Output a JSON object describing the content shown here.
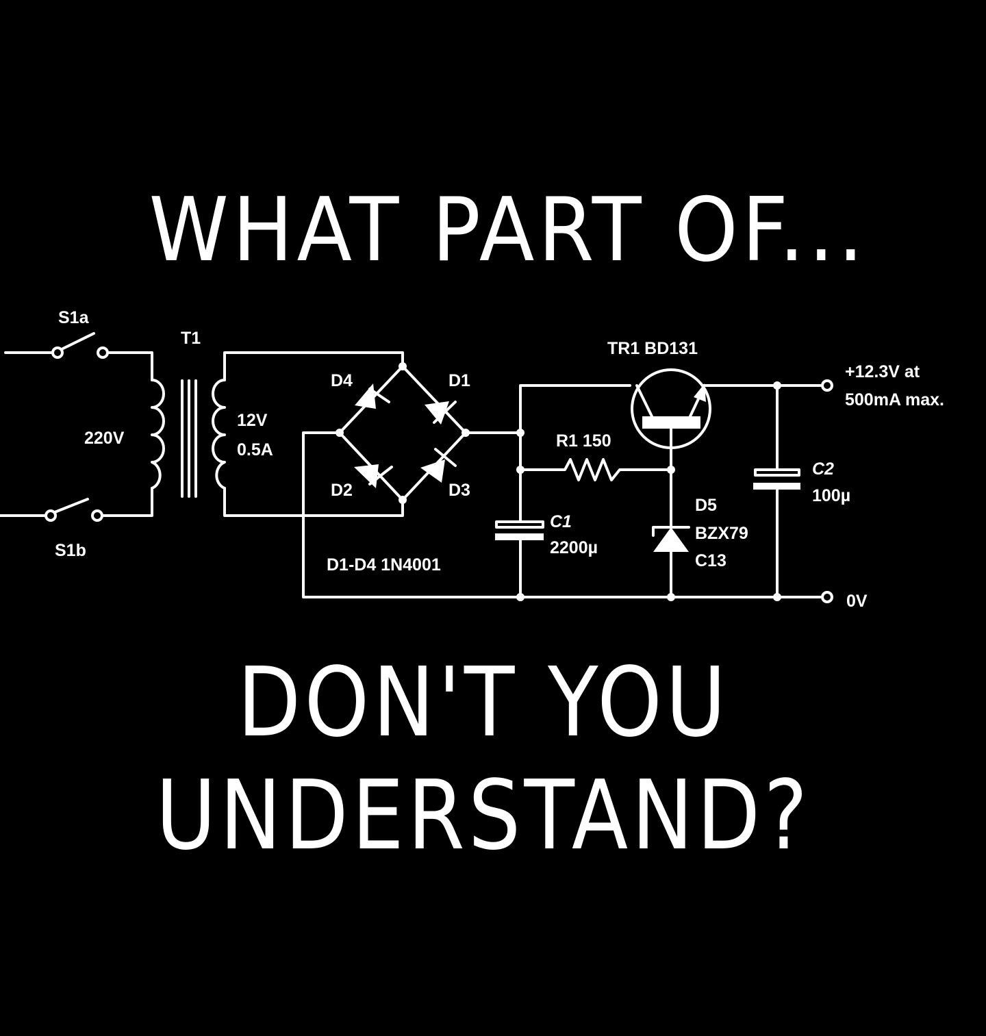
{
  "headline": {
    "top": "WHAT PART OF...",
    "bottom_line1": "DON'T YOU",
    "bottom_line2": "UNDERSTAND?"
  },
  "schematic": {
    "title": "12.3V regulated power supply",
    "colors": {
      "background": "#000000",
      "ink": "#ffffff"
    },
    "switches": {
      "s1a": "S1a",
      "s1b": "S1b"
    },
    "transformer": {
      "ref": "T1",
      "primary": "220V",
      "secondary_voltage": "12V",
      "secondary_current": "0.5A"
    },
    "bridge": {
      "d1": "D1",
      "d2": "D2",
      "d3": "D3",
      "d4": "D4",
      "part": "D1-D4 1N4001"
    },
    "transistor": {
      "label": "TR1 BD131"
    },
    "resistor": {
      "label": "R1 150"
    },
    "c1": {
      "ref": "C1",
      "value": "2200µ"
    },
    "c2": {
      "ref": "C2",
      "value": "100µ"
    },
    "zener": {
      "ref": "D5",
      "part_line1": "BZX79",
      "part_line2": "C13"
    },
    "output": {
      "positive_line1": "+12.3V at",
      "positive_line2": "500mA max.",
      "ground": "0V"
    }
  }
}
